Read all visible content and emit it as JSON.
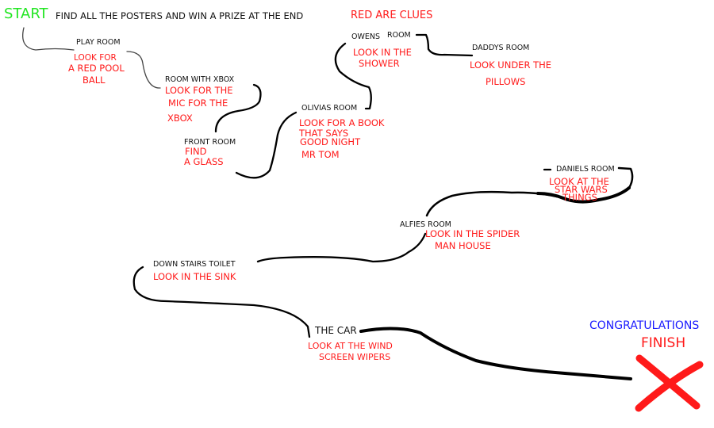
{
  "header": {
    "start": "START",
    "instructions": "FIND ALL THE POSTERS AND WIN A PRIZE AT THE END",
    "legend": "RED ARE CLUES"
  },
  "colors": {
    "start": "#22e622",
    "clue": "#ff1a1a",
    "congrats": "#1a1aff",
    "path": "#000000"
  },
  "stops": [
    {
      "room": "PLAY ROOM",
      "clue": [
        "LOOK FOR",
        "A RED POOL",
        "BALL"
      ]
    },
    {
      "room": "ROOM WITH XBOX",
      "clue": [
        "LOOK FOR THE",
        "MIC FOR THE",
        "XBOX"
      ]
    },
    {
      "room": "FRONT ROOM",
      "clue": [
        "FIND",
        "A GLASS"
      ]
    },
    {
      "room": "OLIVIAS ROOM",
      "clue": [
        "LOOK FOR A BOOK",
        "THAT SAYS",
        "GOOD NIGHT",
        "MR TOM"
      ]
    },
    {
      "room": "OWENS",
      "room2": "ROOM",
      "clue": [
        "LOOK IN THE",
        "SHOWER"
      ]
    },
    {
      "room": "DADDYS ROOM",
      "clue": [
        "LOOK UNDER THE",
        "PILLOWS"
      ]
    },
    {
      "room": "DANIELS ROOM",
      "clue": [
        "LOOK AT THE",
        "STAR WARS",
        "THINGS"
      ]
    },
    {
      "room": "ALFIES ROOM",
      "clue": [
        "LOOK IN THE SPIDER",
        "MAN HOUSE"
      ]
    },
    {
      "room": "DOWN STAIRS TOILET",
      "clue": [
        "LOOK IN THE SINK"
      ]
    },
    {
      "room": "THE CAR",
      "clue": [
        "LOOK AT THE WIND",
        "SCREEN WIPERS"
      ]
    }
  ],
  "finish": {
    "congrats": "CONGRATULATIONS",
    "label": "FINISH"
  }
}
